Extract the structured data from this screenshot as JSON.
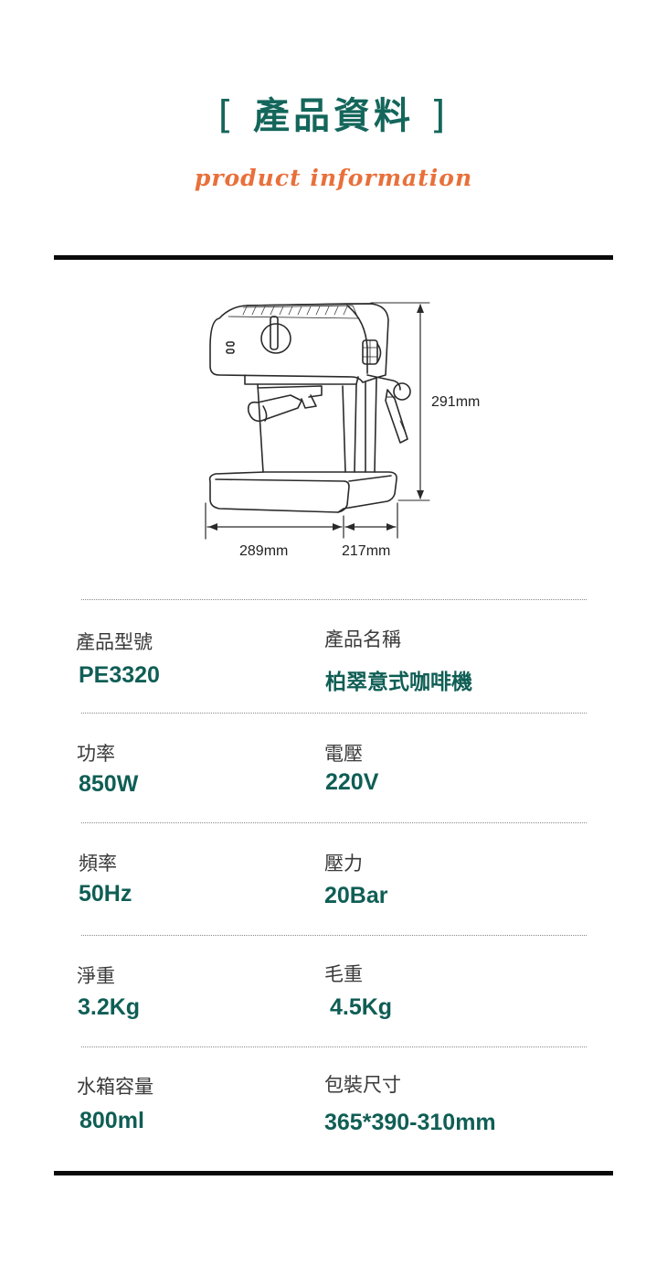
{
  "header": {
    "bracket_open": "[",
    "title": "產品資料",
    "bracket_close": "]",
    "subtitle": "product information"
  },
  "colors": {
    "title_teal": "#14665b",
    "value_teal": "#0f5e55",
    "subtitle_orange": "#e8703a",
    "label_gray": "#3a3a3a",
    "rule_black": "#0a0a0a"
  },
  "diagram": {
    "icon": "espresso-machine-line-drawing",
    "height_label": "291mm",
    "width_label": "289mm",
    "depth_label": "217mm"
  },
  "specs": [
    {
      "left": {
        "label": "產品型號",
        "value": "PE3320"
      },
      "right": {
        "label": "產品名稱",
        "value": "柏翠意式咖啡機"
      }
    },
    {
      "left": {
        "label": "功率",
        "value": "850W"
      },
      "right": {
        "label": "電壓",
        "value": "220V"
      }
    },
    {
      "left": {
        "label": "頻率",
        "value": "50Hz"
      },
      "right": {
        "label": "壓力",
        "value": "20Bar"
      }
    },
    {
      "left": {
        "label": "淨重",
        "value": "3.2Kg"
      },
      "right": {
        "label": "毛重",
        "value": "4.5Kg"
      }
    },
    {
      "left": {
        "label": "水箱容量",
        "value": "800ml"
      },
      "right": {
        "label": "包裝尺寸",
        "value": "365*390-310mm"
      }
    }
  ]
}
